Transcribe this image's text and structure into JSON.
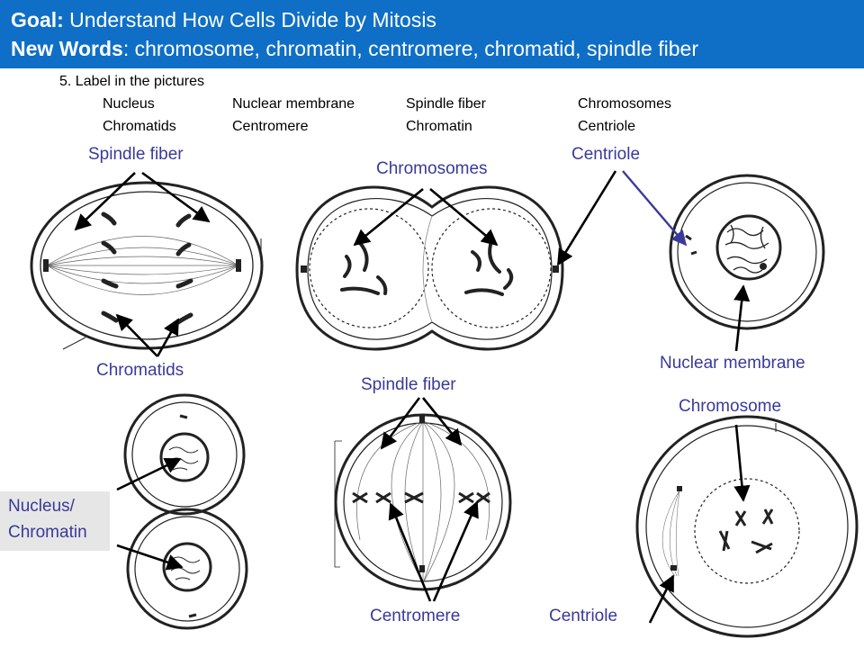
{
  "header": {
    "goal_label": "Goal:",
    "goal_text": " Understand How Cells Divide by Mitosis",
    "words_label": "New Words",
    "words_text": ": chromosome, chromatin, centromere, chromatid, spindle fiber"
  },
  "instruction": "5. Label in the pictures",
  "word_bank": [
    "Nucleus",
    "Nuclear membrane",
    "Spindle fiber",
    "Chromosomes",
    "Chromatids",
    "Centromere",
    "Chromatin",
    "Centriole"
  ],
  "labels": {
    "spindle_fiber_top": "Spindle fiber",
    "chromosomes": "Chromosomes",
    "centriole_top": "Centriole",
    "chromatids": "Chromatids",
    "nuclear_membrane": "Nuclear membrane",
    "spindle_fiber_bottom": "Spindle fiber",
    "chromosome": "Chromosome",
    "nucleus_line1": "Nucleus/",
    "nucleus_line2": "Chromatin",
    "centromere": "Centromere",
    "centriole_bottom": "Centriole"
  },
  "colors": {
    "header_bg": "#0f6fc6",
    "label_text": "#3a3a9a",
    "arrow": "#000000",
    "arrow_alt": "#3a3a9a"
  }
}
